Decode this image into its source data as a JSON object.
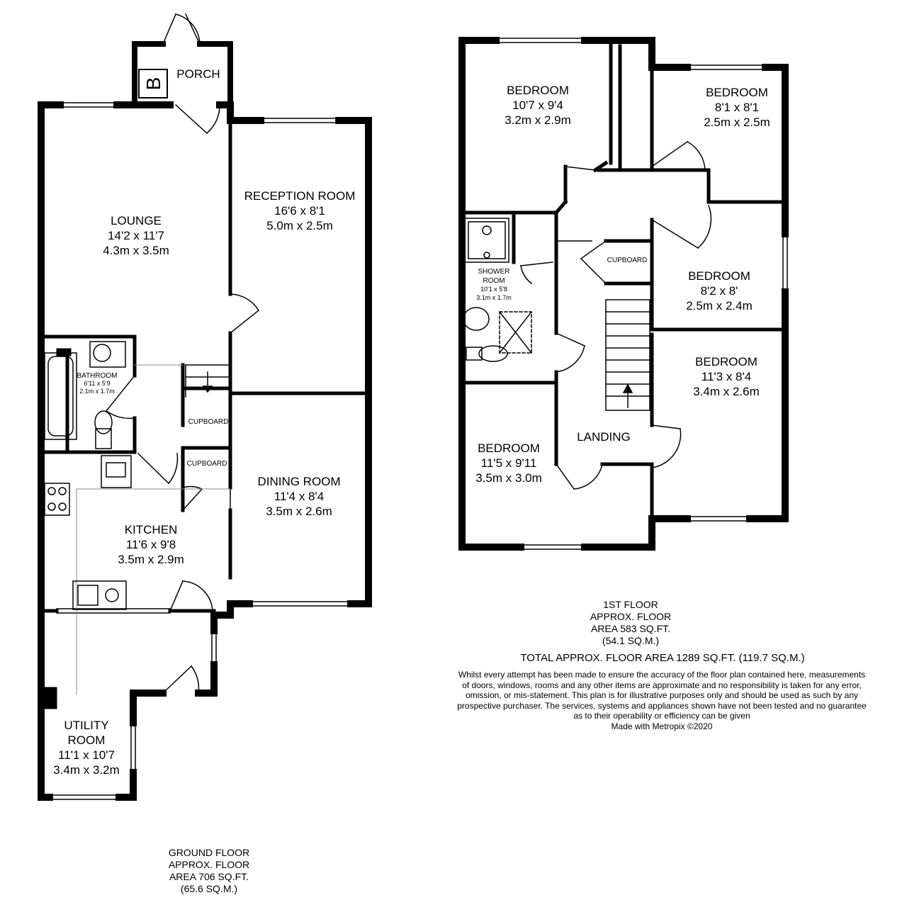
{
  "ground_floor": {
    "rooms": {
      "porch": {
        "name": "PORCH"
      },
      "lounge": {
        "name": "LOUNGE",
        "imperial": "14'2 x 11'7",
        "metric": "4.3m x 3.5m"
      },
      "reception": {
        "name": "RECEPTION ROOM",
        "imperial": "16'6 x 8'1",
        "metric": "5.0m x 2.5m"
      },
      "bathroom": {
        "name": "BATHROOM",
        "imperial": "6'11 x 5'9",
        "metric": "2.1m x 1.7m"
      },
      "kitchen": {
        "name": "KITCHEN",
        "imperial": "11'6 x 9'8",
        "metric": "3.5m x 2.9m"
      },
      "dining": {
        "name": "DINING ROOM",
        "imperial": "11'4 x 8'4",
        "metric": "3.5m x 2.6m"
      },
      "utility": {
        "name_line1": "UTILITY",
        "name_line2": "ROOM",
        "imperial": "11'1 x 10'7",
        "metric": "3.4m x 3.2m"
      }
    },
    "cupboard_upper": "CUPBOARD",
    "cupboard_lower": "CUPBOARD",
    "boiler_label": "B",
    "caption": [
      "GROUND FLOOR",
      "APPROX. FLOOR",
      "AREA 706 SQ.FT.",
      "(65.6 SQ.M.)"
    ]
  },
  "first_floor": {
    "rooms": {
      "bed1": {
        "name": "BEDROOM",
        "imperial": "10'7 x 9'4",
        "metric": "3.2m x 2.9m"
      },
      "bed2": {
        "name": "BEDROOM",
        "imperial": "8'1 x 8'1",
        "metric": "2.5m x 2.5m"
      },
      "bed3": {
        "name": "BEDROOM",
        "imperial": "8'2 x 8'",
        "metric": "2.5m x 2.4m"
      },
      "bed4": {
        "name": "BEDROOM",
        "imperial": "11'3 x 8'4",
        "metric": "3.4m x 2.6m"
      },
      "bed5": {
        "name": "BEDROOM",
        "imperial": "11'5 x 9'11",
        "metric": "3.5m x 3.0m"
      },
      "shower": {
        "name_line1": "SHOWER",
        "name_line2": "ROOM",
        "imperial": "10'1 x 5'8",
        "metric": "3.1m x 1.7m"
      },
      "landing": {
        "name": "LANDING"
      }
    },
    "cupboard": "CUPBOARD",
    "caption": [
      "1ST FLOOR",
      "APPROX. FLOOR",
      "AREA 583 SQ.FT.",
      "(54.1 SQ.M.)"
    ]
  },
  "total_area": "TOTAL APPROX. FLOOR AREA 1289 SQ.FT. (119.7 SQ.M.)",
  "disclaimer": [
    "Whilst every attempt has been made to ensure the accuracy of the floor plan contained here, measurements",
    "of doors, windows, rooms and any other items are approximate and no responsibility is taken for any error,",
    "omission, or mis-statement. This plan is for illustrative purposes only and should be used as such by any",
    "prospective purchaser. The services, systems and appliances shown have not been tested and no guarantee",
    "as to their operability or efficiency can be given",
    "Made with Metropix ©2020"
  ]
}
